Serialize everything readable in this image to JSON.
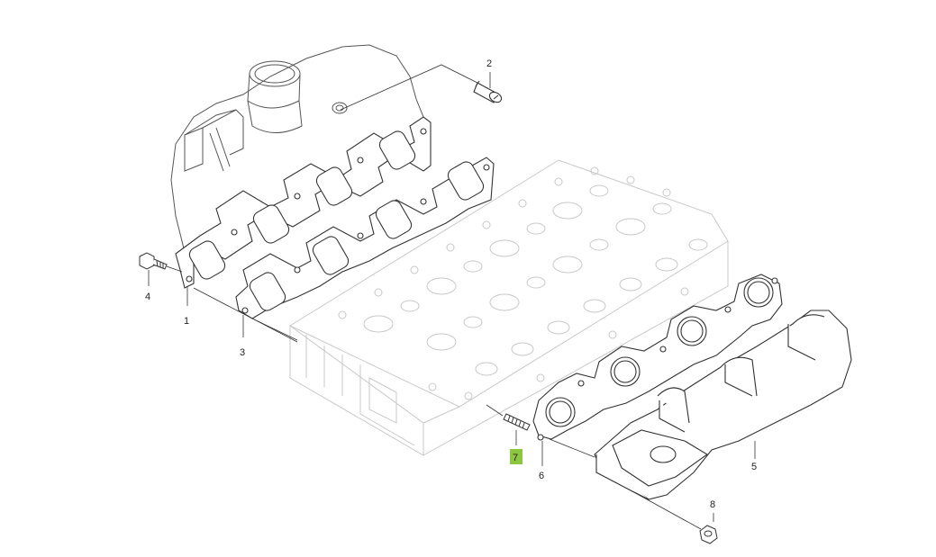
{
  "diagram": {
    "callouts": [
      {
        "id": "1",
        "label": "1",
        "part": "intake-manifold-gasket"
      },
      {
        "id": "2",
        "label": "2",
        "part": "sleeve"
      },
      {
        "id": "3",
        "label": "3",
        "part": "intake-manifold-gasket"
      },
      {
        "id": "4",
        "label": "4",
        "part": "bolt"
      },
      {
        "id": "5",
        "label": "5",
        "part": "exhaust-manifold"
      },
      {
        "id": "6",
        "label": "6",
        "part": "exhaust-manifold-gasket"
      },
      {
        "id": "7",
        "label": "7",
        "part": "stud",
        "highlighted": true
      },
      {
        "id": "8",
        "label": "8",
        "part": "nut"
      }
    ],
    "highlight_color": "#8dc63f",
    "line_color": "#333333",
    "faded_color": "#c8c8c8"
  }
}
